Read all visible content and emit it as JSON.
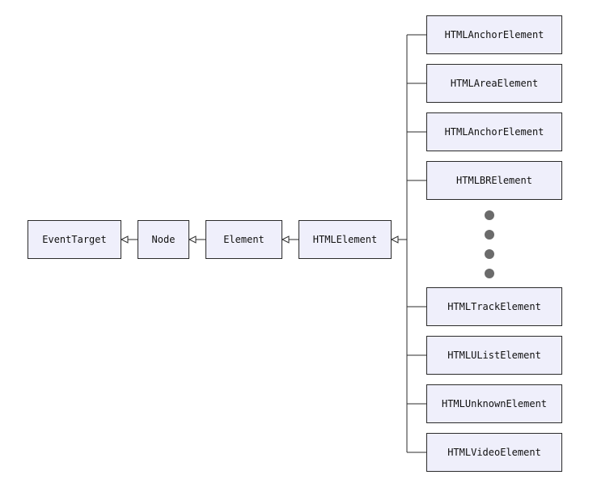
{
  "diagram": {
    "chain": [
      {
        "id": "eventtarget",
        "label": "EventTarget"
      },
      {
        "id": "node",
        "label": "Node"
      },
      {
        "id": "element",
        "label": "Element"
      },
      {
        "id": "htmlelement",
        "label": "HTMLElement"
      }
    ],
    "children_top": [
      {
        "id": "htmlanchorelement-1",
        "label": "HTMLAnchorElement"
      },
      {
        "id": "htmlareaelement",
        "label": "HTMLAreaElement"
      },
      {
        "id": "htmlanchorelement-2",
        "label": "HTMLAnchorElement"
      },
      {
        "id": "htmlbrelement",
        "label": "HTMLBRElement"
      }
    ],
    "children_bottom": [
      {
        "id": "htmltrackelement",
        "label": "HTMLTrackElement"
      },
      {
        "id": "htmlulistelement",
        "label": "HTMLUListElement"
      },
      {
        "id": "htmlunknownelement",
        "label": "HTMLUnknownElement"
      },
      {
        "id": "htmlvideoelement",
        "label": "HTMLVideoElement"
      }
    ],
    "colors": {
      "box_fill": "#efeffb",
      "box_border": "#2b2b2b",
      "line": "#2b2b2b",
      "ellipsis_dot": "#6b6b6b"
    }
  }
}
